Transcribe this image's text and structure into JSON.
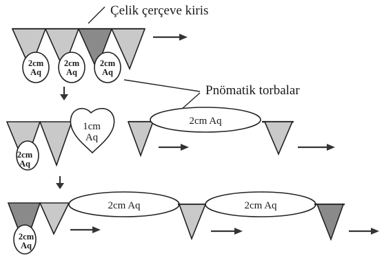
{
  "annotations": {
    "frame_beam": "Çelik çerçeve kiris",
    "pneumatic_bags": "Pnömatik torbalar"
  },
  "stages": [
    {
      "bag_labels": [
        {
          "line1": "2cm",
          "line2": "Aq"
        },
        {
          "line1": "2cm",
          "line2": "Aq"
        },
        {
          "line1": "2cm",
          "line2": "Aq"
        }
      ]
    },
    {
      "bag_labels": [
        {
          "line1": "2cm",
          "line2": "Aq"
        },
        {
          "line1": "1cm",
          "line2": "Aq"
        },
        {
          "line1": "2cm Aq",
          "line2": ""
        }
      ]
    },
    {
      "bag_labels": [
        {
          "line1": "2cm",
          "line2": "Aq"
        },
        {
          "line1": "2cm Aq",
          "line2": ""
        },
        {
          "line1": "2cm Aq",
          "line2": ""
        }
      ]
    }
  ]
}
